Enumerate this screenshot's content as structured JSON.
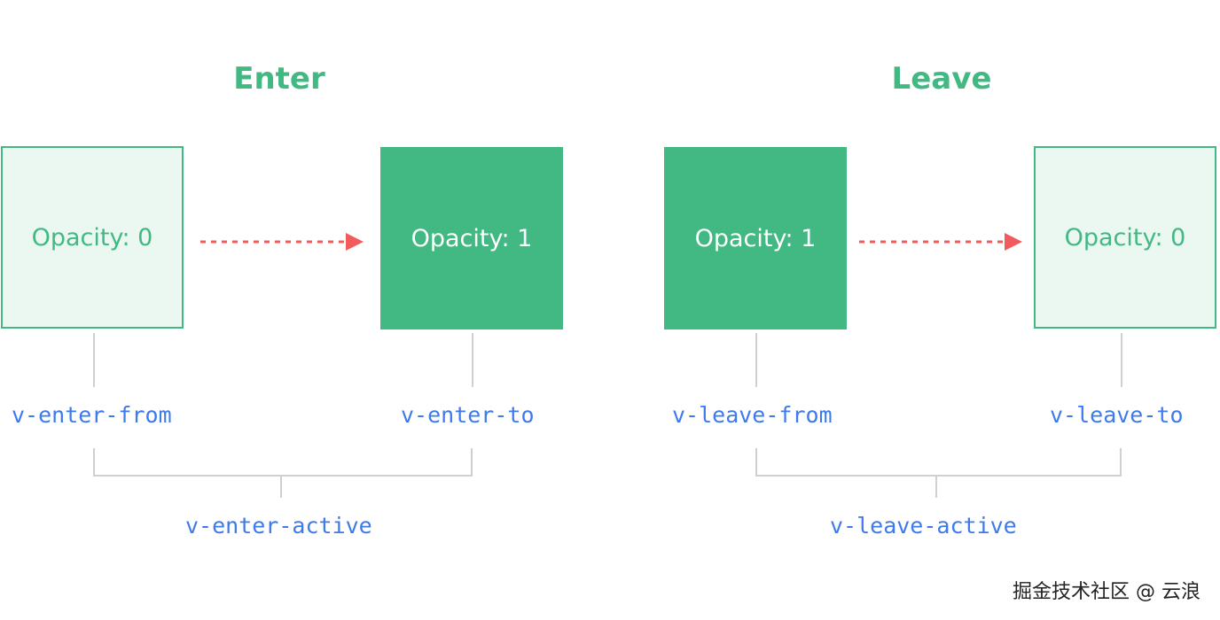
{
  "enter": {
    "title": "Enter",
    "from_box": "Opacity: 0",
    "to_box": "Opacity: 1",
    "from_class": "v-enter-from",
    "to_class": "v-enter-to",
    "active_class": "v-enter-active"
  },
  "leave": {
    "title": "Leave",
    "from_box": "Opacity: 1",
    "to_box": "Opacity: 0",
    "from_class": "v-leave-from",
    "to_class": "v-leave-to",
    "active_class": "v-leave-active"
  },
  "colors": {
    "green": "#42b883",
    "green_faint": "#ebf7f1",
    "arrow": "#f25b5b",
    "code_blue": "#3d7aed",
    "connector": "#d0d0d0"
  },
  "watermark": "掘金技术社区 @ 云浪"
}
